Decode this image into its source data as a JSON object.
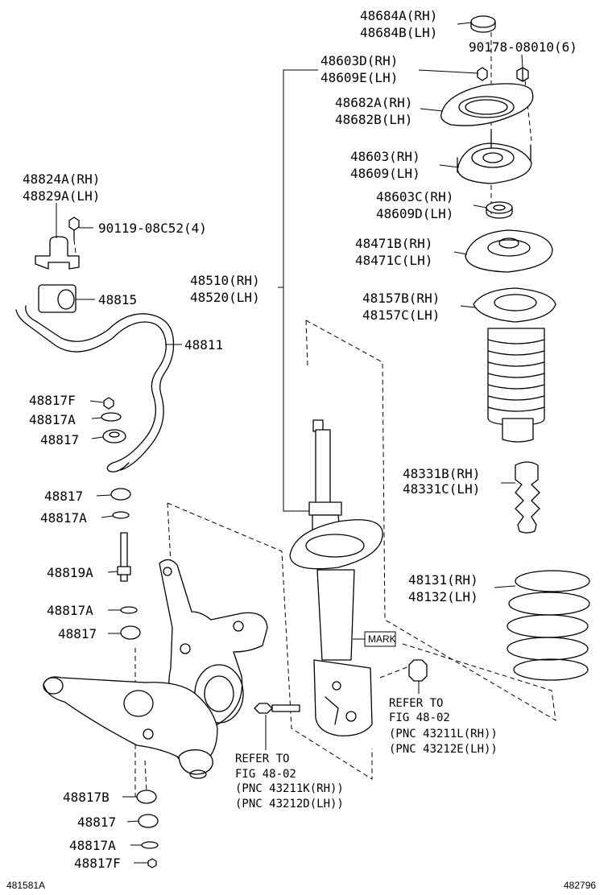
{
  "labels": {
    "p48684ab": [
      "48684A(RH)",
      "48684B(LH)"
    ],
    "p90178": "90178-08010(6)",
    "p48603de": [
      "48603D(RH)",
      "48609E(LH)"
    ],
    "p48682ab": [
      "48682A(RH)",
      "48682B(LH)"
    ],
    "p48603": [
      "48603(RH)",
      "48609(LH)"
    ],
    "p48603cd": [
      "48603C(RH)",
      "48609D(LH)"
    ],
    "p48471": [
      "48471B(RH)",
      "48471C(LH)"
    ],
    "p48157": [
      "48157B(RH)",
      "48157C(LH)"
    ],
    "p48331": [
      "48331B(RH)",
      "48331C(LH)"
    ],
    "p48131": [
      "48131(RH)",
      "48132(LH)"
    ],
    "p48510": [
      "48510(RH)",
      "48520(LH)"
    ],
    "p48824": [
      "48824A(RH)",
      "48829A(LH)"
    ],
    "p90119": "90119-08C52(4)",
    "p48815": "48815",
    "p48811": "48811",
    "p48817f_top": "48817F",
    "p48817a_top": "48817A",
    "p48817_top": "48817",
    "p48817_mid": "48817",
    "p48817a_mid": "48817A",
    "p48819a": "48819A",
    "p48817a_low": "48817A",
    "p48817_low": "48817",
    "p48817b": "48817B",
    "p48817_bot": "48817",
    "p48817a_bot": "48817A",
    "p48817f_bot": "48817F"
  },
  "mark_label": "MARK",
  "refer_right": [
    "REFER TO",
    "FIG 48-02",
    "(PNC 43211L(RH))",
    "(PNC 43212E(LH))"
  ],
  "refer_left": [
    "REFER TO",
    "FIG 48-02",
    "(PNC 43211K(RH))",
    "(PNC 43212D(LH))"
  ],
  "footer": {
    "left_code": "481581A",
    "right_code": "482796"
  }
}
